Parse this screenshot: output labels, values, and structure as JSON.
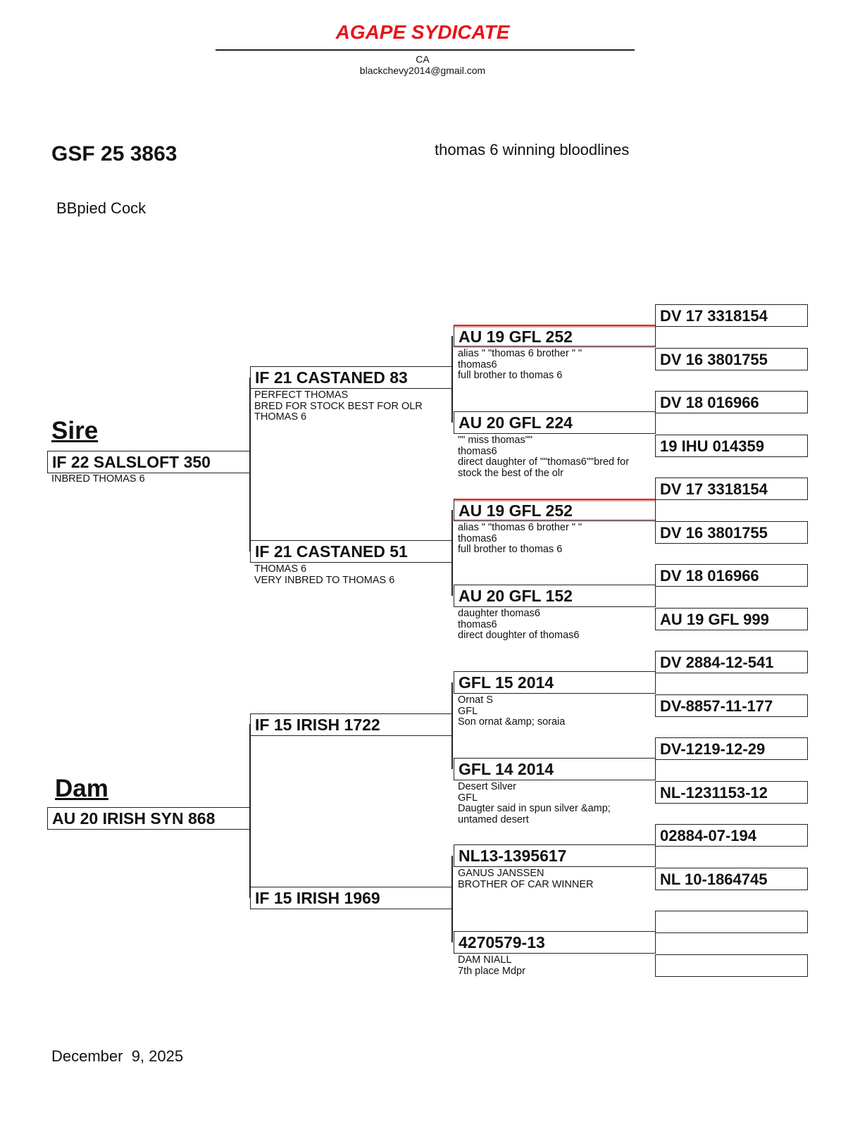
{
  "header": {
    "title": "AGAPE SYDICATE",
    "location": "CA",
    "email": "blackchevy2014@gmail.com",
    "title_color": "#e8141b"
  },
  "bird": {
    "ring": "GSF 25 3863",
    "tagline": "thomas 6 winning bloodlines",
    "color_sex": "BBpied Cock"
  },
  "sire": {
    "label": "Sire",
    "name": "IF 22 SALSLOFT 350",
    "notes": "INBRED THOMAS 6"
  },
  "dam": {
    "label": "Dam",
    "name": "AU 20 IRISH SYN 868",
    "notes": ""
  },
  "gen2": [
    {
      "name": "IF 21 CASTANED 83",
      "notes": "PERFECT THOMAS\nBRED FOR STOCK BEST FOR OLR\nTHOMAS 6"
    },
    {
      "name": "IF 21 CASTANED 51",
      "notes": "THOMAS 6\nVERY INBRED TO THOMAS 6"
    },
    {
      "name": "IF 15 IRISH 1722",
      "notes": ""
    },
    {
      "name": "IF 15 IRISH 1969",
      "notes": ""
    }
  ],
  "gen3": [
    {
      "name": "AU 19 GFL 252",
      "notes": "alias \" \"thomas 6 brother \" \"\nthomas6\nfull brother to thomas 6",
      "highlight": true
    },
    {
      "name": "AU 20 GFL 224",
      "notes": "\"\" miss thomas\"\"\nthomas6\ndirect daughter of \"\"thomas6\"\"bred for\nstock the best of the olr"
    },
    {
      "name": "AU 19 GFL 252",
      "notes": "alias \" \"thomas 6 brother \" \"\nthomas6\nfull brother to thomas 6",
      "highlight": true
    },
    {
      "name": "AU 20 GFL 152",
      "notes": "daughter thomas6\nthomas6\ndirect doughter of thomas6"
    },
    {
      "name": "GFL 15 2014",
      "notes": "Ornat S\nGFL\nSon ornat &amp; soraia"
    },
    {
      "name": "GFL 14 2014",
      "notes": "Desert Silver\nGFL\nDaugter said in spun silver &amp;\nuntamed desert"
    },
    {
      "name": "NL13-1395617",
      "notes": "GANUS JANSSEN\nBROTHER OF CAR WINNER"
    },
    {
      "name": "4270579-13",
      "notes": "DAM NIALL\n7th place Mdpr"
    }
  ],
  "gen4": [
    "DV 17 3318154",
    "DV 16 3801755",
    "DV 18 016966",
    "19 IHU 014359",
    "DV 17 3318154",
    "DV 16 3801755",
    "DV 18 016966",
    "AU 19 GFL 999",
    "DV 2884-12-541",
    "DV-8857-11-177",
    "DV-1219-12-29",
    "NL-1231153-12",
    "02884-07-194",
    "NL 10-1864745",
    "",
    ""
  ],
  "footer": {
    "date": "December  9, 2025"
  }
}
